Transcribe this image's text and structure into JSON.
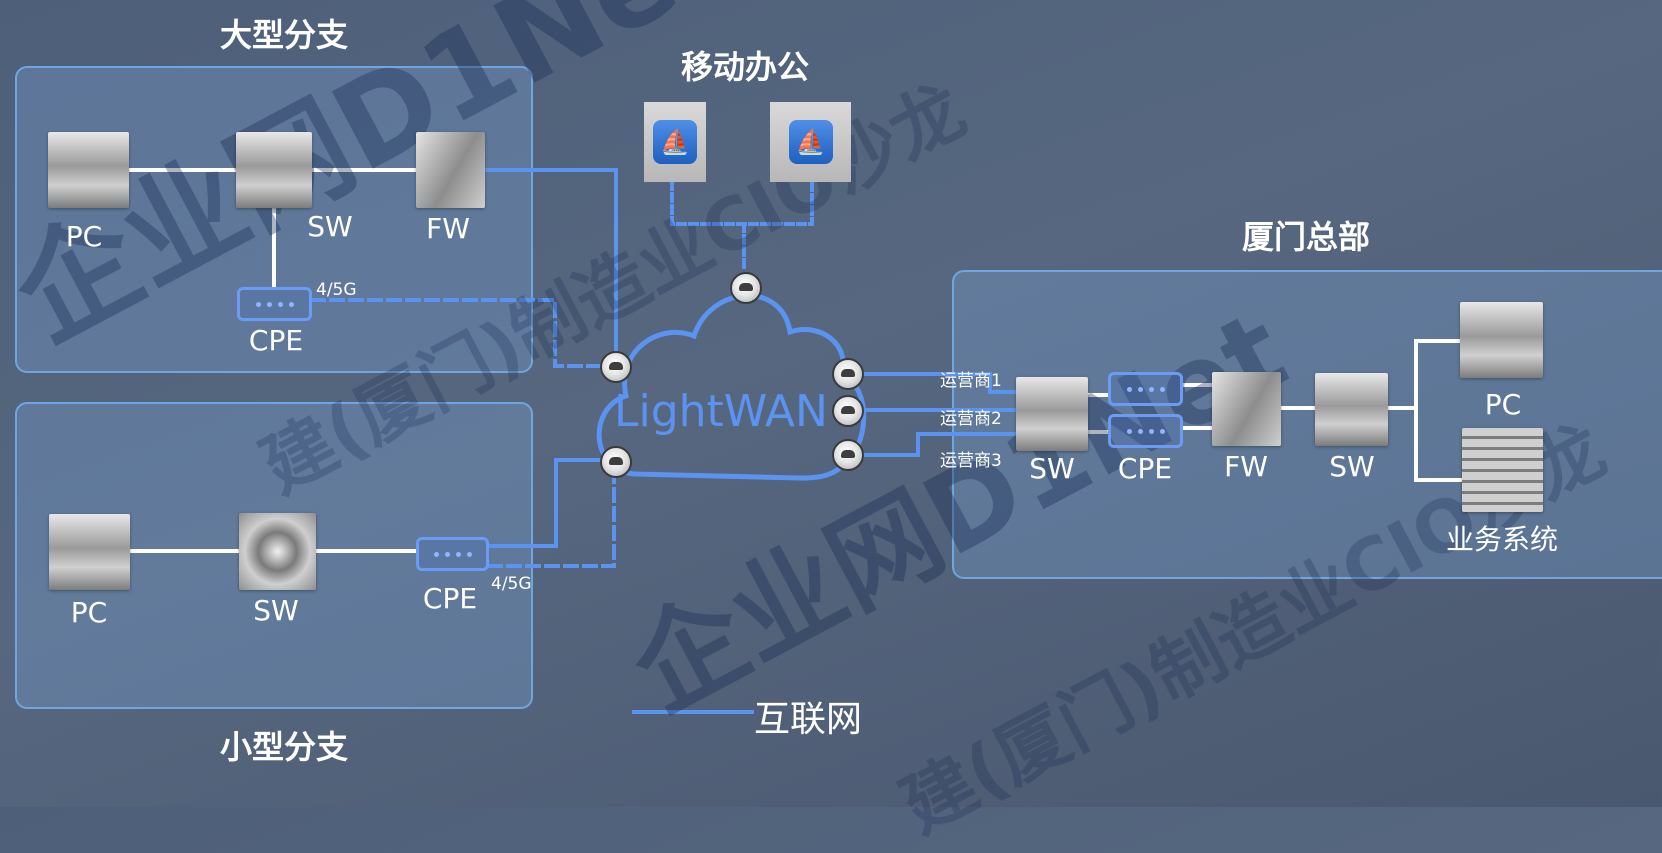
{
  "sections": {
    "large_branch": "大型分支",
    "mobile_office": "移动办公",
    "hq": "厦门总部",
    "small_branch": "小型分支"
  },
  "large_branch": {
    "pc": "PC",
    "sw": "SW",
    "fw": "FW",
    "cpe": "CPE",
    "link_4g5g": "4/5G"
  },
  "small_branch": {
    "pc": "PC",
    "sw": "SW",
    "cpe": "CPE",
    "link_4g5g": "4/5G"
  },
  "cloud": {
    "label": "LightWAN"
  },
  "hq": {
    "carriers": [
      "运营商1",
      "运营商2",
      "运营商3"
    ],
    "sw_edge": "SW",
    "cpe": "CPE",
    "fw": "FW",
    "sw_core": "SW",
    "pc": "PC",
    "business_system": "业务系统"
  },
  "legend": {
    "internet": "互联网"
  },
  "watermarks": [
    "企业网D1Net",
    "企业网D1Net",
    "建(厦门)制造业CIO沙龙",
    "建(厦门)制造业CIO沙龙"
  ],
  "colors": {
    "link": "#5b93f0",
    "panel_border": "#6fa6e0",
    "wire": "#ffffff"
  },
  "icons": {
    "pc": "pc-icon",
    "switch": "switch-icon",
    "firewall": "firewall-icon",
    "cpe": "cpe-icon",
    "cloud_node": "cloud-node-icon",
    "mobile_app": "mobile-app-icon",
    "server": "server-icon"
  }
}
